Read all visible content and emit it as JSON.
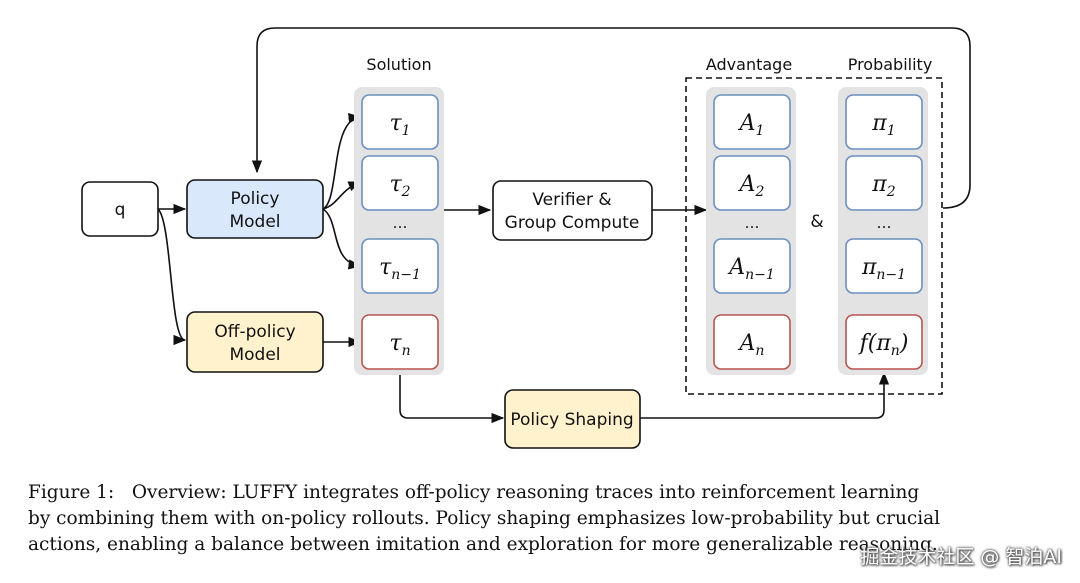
{
  "diagram": {
    "query": "q",
    "policy_model": [
      "Policy",
      "Model"
    ],
    "off_policy_model": [
      "Off-policy",
      "Model"
    ],
    "solution_header": "Solution",
    "advantage_header": "Advantage",
    "probability_header": "Probability",
    "solutions": [
      {
        "base": "τ",
        "sub": "1"
      },
      {
        "base": "τ",
        "sub": "2"
      },
      {
        "base": "…",
        "sub": ""
      },
      {
        "base": "τ",
        "sub": "n−1"
      },
      {
        "base": "τ",
        "sub": "n"
      }
    ],
    "advantages": [
      {
        "base": "A",
        "sub": "1"
      },
      {
        "base": "A",
        "sub": "2"
      },
      {
        "base": "…",
        "sub": ""
      },
      {
        "base": "A",
        "sub": "n−1"
      },
      {
        "base": "A",
        "sub": "n"
      }
    ],
    "probabilities": [
      {
        "base": "π",
        "sub": "1"
      },
      {
        "base": "π",
        "sub": "2"
      },
      {
        "base": "…",
        "sub": ""
      },
      {
        "base": "π",
        "sub": "n−1"
      },
      {
        "pre": "f(",
        "base": "π",
        "sub": "n",
        "post": ")"
      }
    ],
    "verifier": [
      "Verifier &",
      "Group Compute"
    ],
    "ampersand": "&",
    "policy_shaping": "Policy Shaping"
  },
  "caption": {
    "lines": [
      "Figure 1:   Overview: LUFFY integrates off-policy reasoning traces into reinforcement learning",
      "by combining them with on-policy rollouts. Policy shaping emphasizes low-probability but crucial",
      "actions, enabling a balance between imitation and exploration for more generalizable reasoning."
    ]
  },
  "watermark": "掘金技术社区 @ 智泊AI",
  "colors": {
    "policy_fill": "#dae8fc",
    "offpolicy_fill": "#fff2cc",
    "column_fill": "#e3e3e3",
    "item_stroke": "#6c8ebf",
    "highlight_stroke": "#b85450"
  }
}
